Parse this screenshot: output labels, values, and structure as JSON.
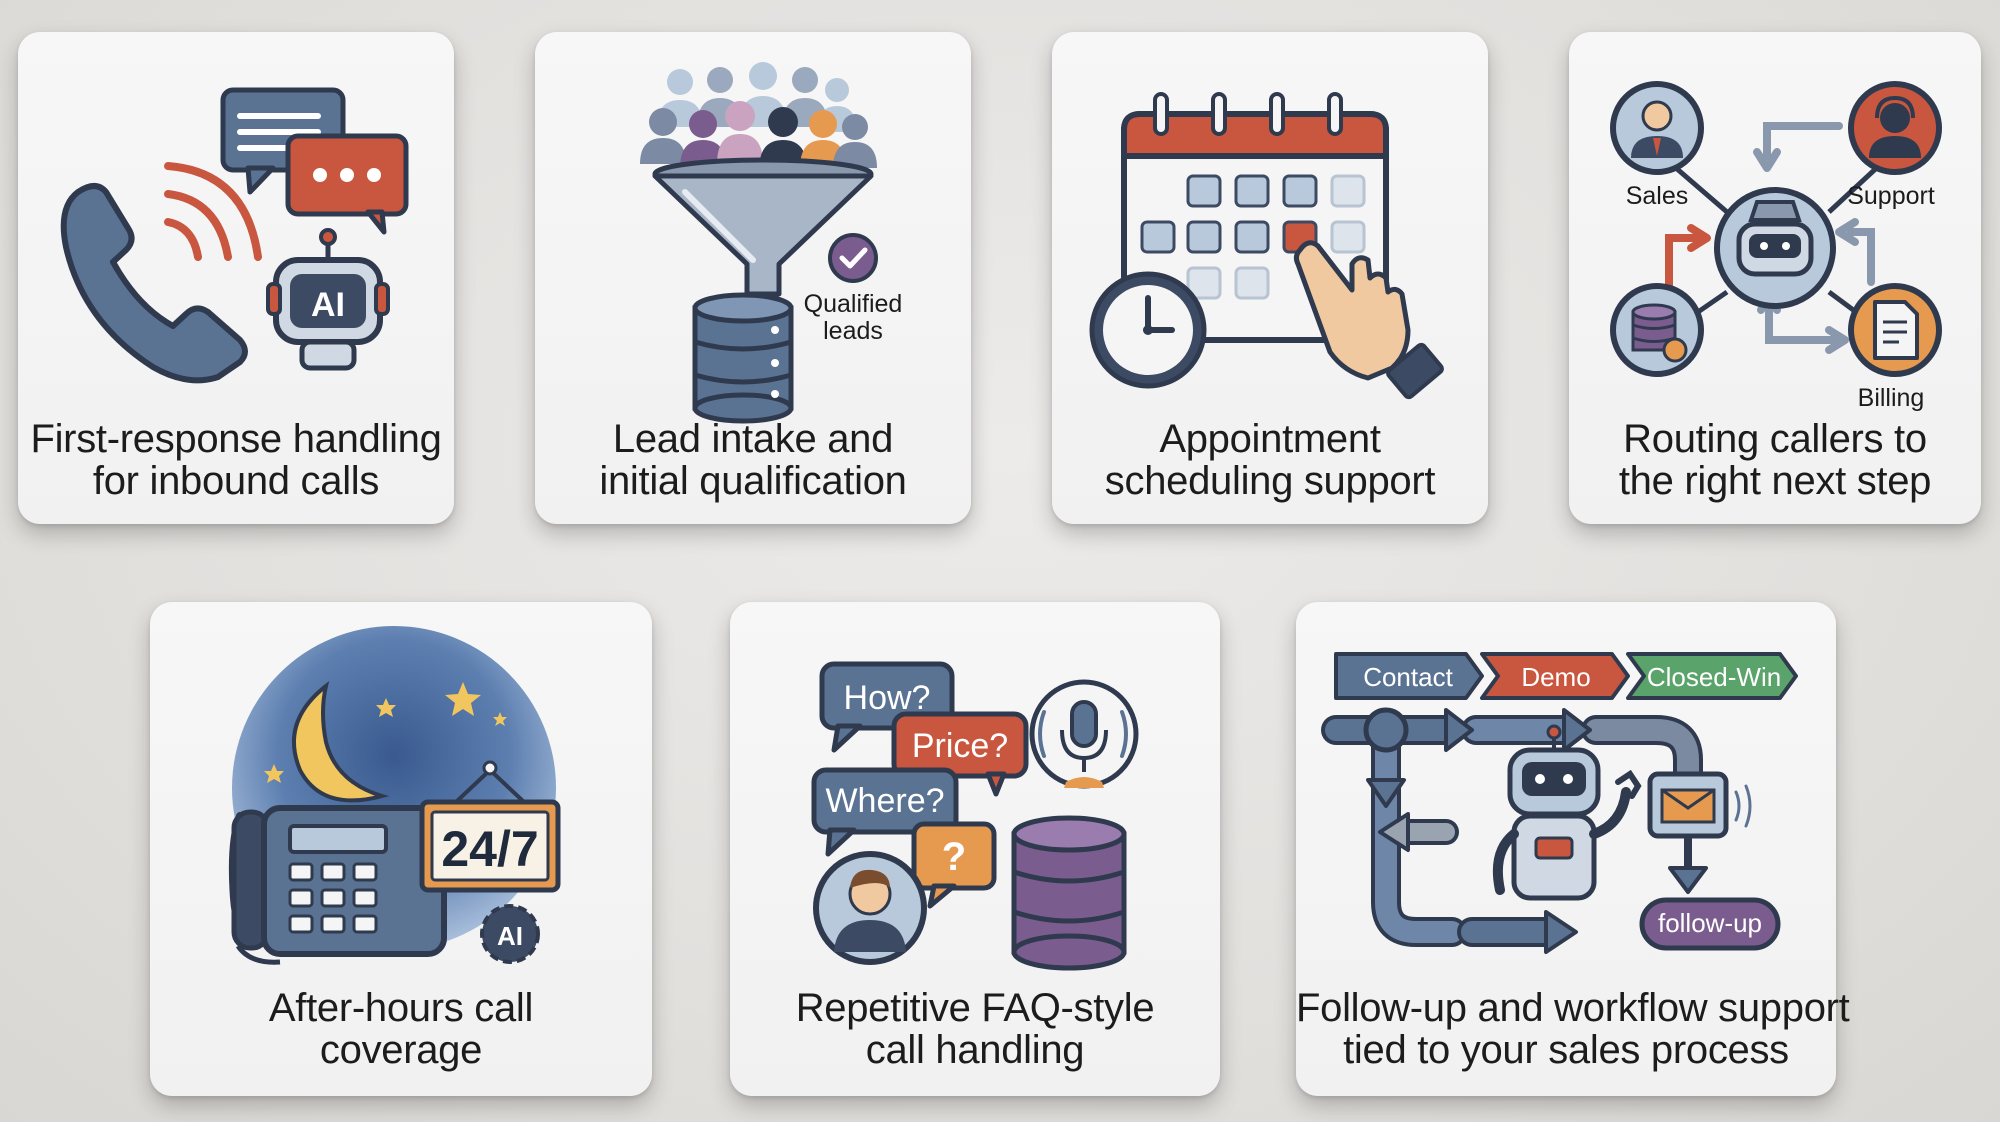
{
  "cards": [
    {
      "lines": [
        "First-response handling",
        "for inbound calls"
      ],
      "icon": {
        "badge": "AI"
      }
    },
    {
      "lines": [
        "Lead intake and",
        "initial qualification"
      ],
      "icon": {
        "label_line1": "Qualified",
        "label_line2": "leads"
      }
    },
    {
      "lines": [
        "Appointment",
        "scheduling support"
      ],
      "icon": {}
    },
    {
      "lines": [
        "Routing callers to",
        "the right next step"
      ],
      "icon": {
        "sales": "Sales",
        "support": "Support",
        "billing": "Billing"
      }
    },
    {
      "lines": [
        "After-hours call",
        "coverage"
      ],
      "icon": {
        "sign": "24/7",
        "badge": "AI"
      }
    },
    {
      "lines": [
        "Repetitive FAQ-style",
        "call handling"
      ],
      "icon": {
        "q1": "How?",
        "q2": "Price?",
        "q3": "Where?",
        "q4": "?"
      }
    },
    {
      "lines": [
        "Follow-up and workflow support",
        "tied to your sales process"
      ],
      "icon": {
        "stage1": "Contact",
        "stage2": "Demo",
        "stage3": "Closed-Win",
        "followup": "follow-up"
      }
    }
  ],
  "colors": {
    "navy": "#3d4a63",
    "slate": "#5b7393",
    "red": "#c9573f",
    "orange": "#e69a4f",
    "purple": "#7b5c8e",
    "green": "#5aa36a",
    "lightblue": "#b8c9db",
    "night": "#2a3d66"
  }
}
